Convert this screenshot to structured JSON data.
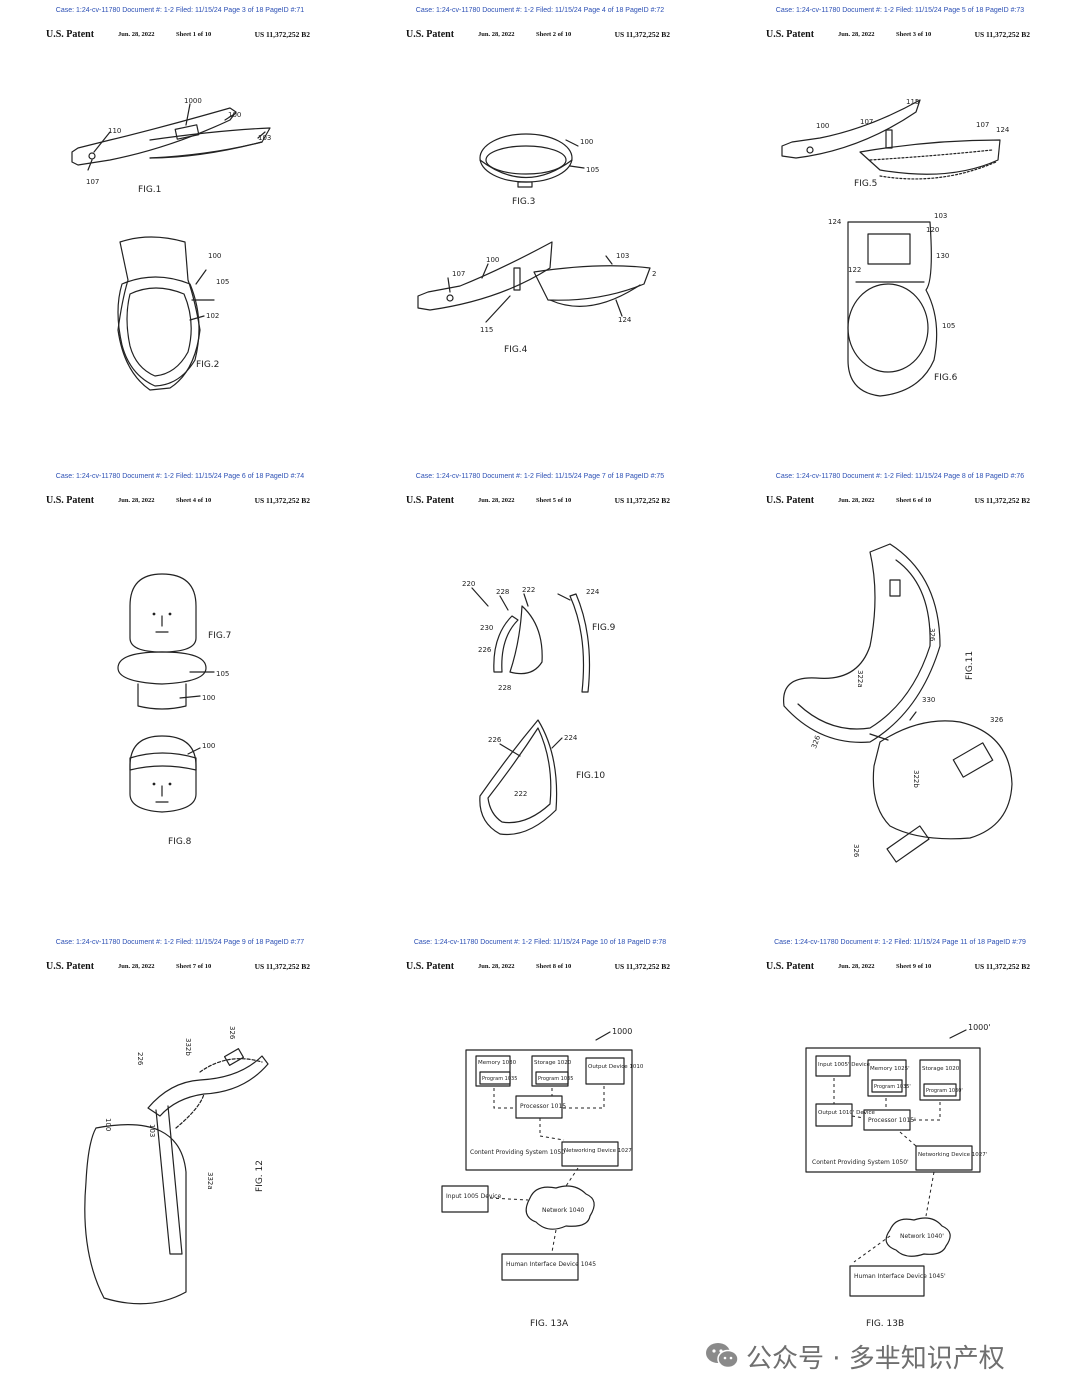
{
  "header": {
    "label": "U.S. Patent",
    "date": "Jun. 28, 2022",
    "patent_no": "US 11,372,252 B2"
  },
  "sheets": [
    {
      "case": "Case: 1:24-cv-11780 Document #: 1-2 Filed: 11/15/24 Page 3 of 18 PageID #:71",
      "sheet": "Sheet 1 of 10",
      "labels": [
        "1000",
        "100",
        "103",
        "110",
        "107",
        "FIG.1",
        "100",
        "105",
        "102",
        "FIG.2"
      ]
    },
    {
      "case": "Case: 1:24-cv-11780 Document #: 1-2 Filed: 11/15/24 Page 4 of 18 PageID #:72",
      "sheet": "Sheet 2 of 10",
      "labels": [
        "100",
        "105",
        "FIG.3",
        "100",
        "103",
        "107",
        "115",
        "124",
        "FIG.4",
        "2"
      ]
    },
    {
      "case": "Case: 1:24-cv-11780 Document #: 1-2 Filed: 11/15/24 Page 5 of 18 PageID #:73",
      "sheet": "Sheet 3 of 10",
      "labels": [
        "100",
        "107",
        "115",
        "107",
        "124",
        "FIG.5",
        "124",
        "103",
        "120",
        "130",
        "122",
        "105",
        "FIG.6"
      ]
    },
    {
      "case": "Case: 1:24-cv-11780 Document #: 1-2 Filed: 11/15/24 Page 6 of 18 PageID #:74",
      "sheet": "Sheet 4 of 10",
      "labels": [
        "FIG.7",
        "105",
        "100",
        "100",
        "FIG.8"
      ]
    },
    {
      "case": "Case: 1:24-cv-11780 Document #: 1-2 Filed: 11/15/24 Page 7 of 18 PageID #:75",
      "sheet": "Sheet 5 of 10",
      "labels": [
        "220",
        "228",
        "222",
        "224",
        "230",
        "226",
        "228",
        "FIG.9",
        "226",
        "224",
        "222",
        "FIG.10"
      ]
    },
    {
      "case": "Case: 1:24-cv-11780 Document #: 1-2 Filed: 11/15/24 Page 8 of 18 PageID #:76",
      "sheet": "Sheet 6 of 10",
      "labels": [
        "326",
        "322a",
        "330",
        "326",
        "326",
        "322b",
        "326",
        "FIG.11"
      ]
    },
    {
      "case": "Case: 1:24-cv-11780 Document #: 1-2 Filed: 11/15/24 Page 9 of 18 PageID #:77",
      "sheet": "Sheet 7 of 10",
      "labels": [
        "332b",
        "326",
        "226",
        "100",
        "103",
        "332a",
        "FIG. 12"
      ]
    },
    {
      "case": "Case: 1:24-cv-11780 Document #: 1-2 Filed: 11/15/24 Page 10 of 18 PageID #:78",
      "sheet": "Sheet 8 of 10",
      "fig13a": {
        "ref": "1000",
        "memory": "Memory 1030",
        "program": "Program 1035",
        "storage": "Storage 1020",
        "program2": "Program 1035",
        "output": "Output Device 1010",
        "processor": "Processor 1015",
        "system": "Content Providing System 1050",
        "networking": "Networking Device 1027",
        "input": "Input 1005 Device",
        "network": "Network 1040",
        "hid": "Human Interface Device 1045",
        "fig": "FIG. 13A"
      }
    },
    {
      "case": "Case: 1:24-cv-11780 Document #: 1-2 Filed: 11/15/24 Page 11 of 18 PageID #:79",
      "sheet": "Sheet 9 of 10",
      "fig13b": {
        "ref": "1000'",
        "input": "Input 1005' Device",
        "memory": "Memory 1025'",
        "program": "Program 1035'",
        "storage": "Storage 1020'",
        "program2": "Program 1030'",
        "output": "Output 1010' Device",
        "processor": "Processor 1015'",
        "system": "Content Providing System 1050'",
        "networking": "Networking Device 1027'",
        "network": "Network 1040'",
        "hid": "Human Interface Device 1045'",
        "fig": "FIG. 13B"
      }
    }
  ],
  "watermark": "公众号 · 多芈知识产权"
}
